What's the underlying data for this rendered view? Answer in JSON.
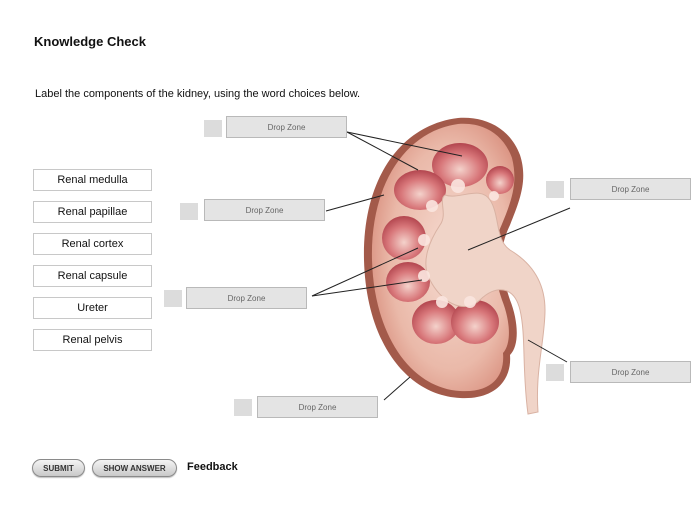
{
  "title": "Knowledge Check",
  "instructions": "Label the components of the kidney, using the word choices below.",
  "choices": [
    "Renal medulla",
    "Renal papillae",
    "Renal cortex",
    "Renal capsule",
    "Ureter",
    "Renal pelvis"
  ],
  "drop_zone_label": "Drop Zone",
  "buttons": {
    "submit": "SUBMIT",
    "show_answer": "SHOW ANSWER"
  },
  "feedback": "Feedback",
  "colors": {
    "drop_zone": "#e4e4e4",
    "capsule": "#a35a4a",
    "cortex": "#e6b7a8",
    "pelvis": "#f1d8cc"
  }
}
